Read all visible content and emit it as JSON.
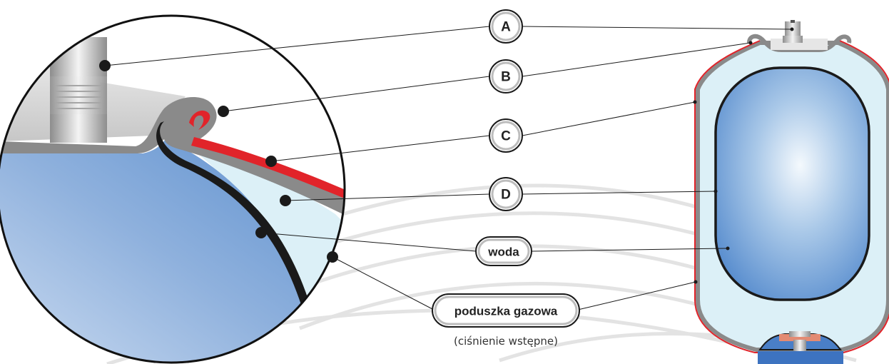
{
  "labels": {
    "a": "A",
    "b": "B",
    "c": "C",
    "d": "D",
    "water": "woda",
    "gas_cushion": "poduszka gazowa",
    "gas_cushion_note": "(ciśnienie wstępne)"
  },
  "colors": {
    "water_light": "#e6f1fa",
    "water_mid": "#8fb6df",
    "water_dark": "#5b8fcf",
    "gas": "#dcf0f7",
    "shell_grey": "#8a8a8a",
    "coating_red": "#e1242a",
    "membrane": "#1a1a1a",
    "guide_circles": "#e3e3e3"
  }
}
